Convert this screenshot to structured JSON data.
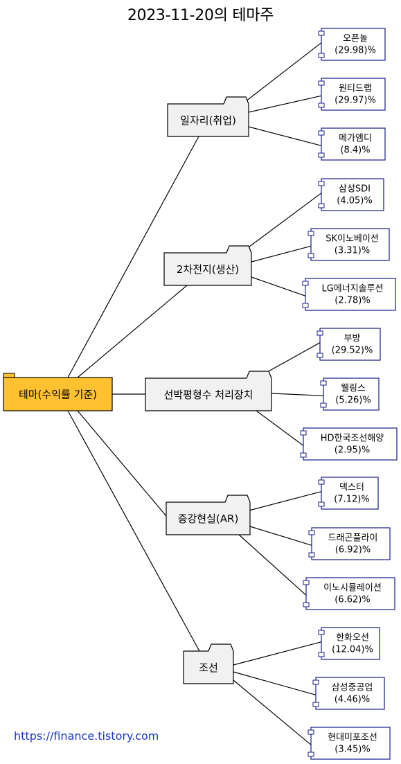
{
  "title": "2023-11-20의 테마주",
  "footer_link": "https://finance.tistory.com",
  "colors": {
    "root_fill": "#ffc12f",
    "theme_fill": "#f1f1f1",
    "leaf_border": "#161b8a",
    "line": "#000000"
  },
  "root": {
    "label": "테마(수익률 기준)"
  },
  "themes": [
    {
      "label": "일자리(취업)",
      "stocks": [
        {
          "name": "오픈놀",
          "pct": "(29.98)%"
        },
        {
          "name": "원티드랩",
          "pct": "(29.97)%"
        },
        {
          "name": "메가엠디",
          "pct": "(8.4)%"
        }
      ]
    },
    {
      "label": "2차전지(생산)",
      "stocks": [
        {
          "name": "삼성SDI",
          "pct": "(4.05)%"
        },
        {
          "name": "SK이노베이션",
          "pct": "(3.31)%"
        },
        {
          "name": "LG에너지솔루션",
          "pct": "(2.78)%"
        }
      ]
    },
    {
      "label": "선박평형수 처리장치",
      "stocks": [
        {
          "name": "부방",
          "pct": "(29.52)%"
        },
        {
          "name": "웰링스",
          "pct": "(5.26)%"
        },
        {
          "name": "HD한국조선해양",
          "pct": "(2.95)%"
        }
      ]
    },
    {
      "label": "증강현실(AR)",
      "stocks": [
        {
          "name": "덱스터",
          "pct": "(7.12)%"
        },
        {
          "name": "드래곤플라이",
          "pct": "(6.92)%"
        },
        {
          "name": "이노시뮬레이션",
          "pct": "(6.62)%"
        }
      ]
    },
    {
      "label": "조선",
      "stocks": [
        {
          "name": "한화오션",
          "pct": "(12.04)%"
        },
        {
          "name": "삼성중공업",
          "pct": "(4.46)%"
        },
        {
          "name": "현대미포조선",
          "pct": "(3.45)%"
        }
      ]
    }
  ]
}
